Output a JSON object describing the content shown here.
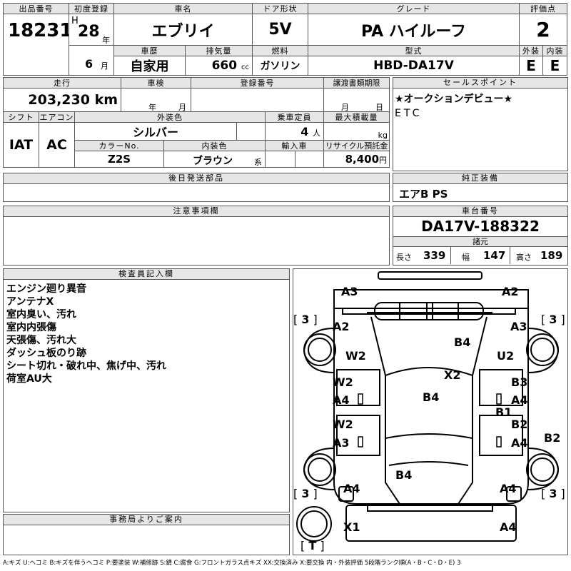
{
  "header": {
    "lot_label": "出品番号",
    "lot_value": "18231",
    "reg_label": "初度登録",
    "era": "H",
    "year": "28",
    "year_unit": "年",
    "month": "6",
    "month_unit": "月",
    "name_label": "車名",
    "name_value": "エブリイ",
    "doors_label": "ドア形状",
    "doors_value": "5V",
    "grade_label": "グレード",
    "grade_value": "PA ハイルーフ",
    "score_label": "評価点",
    "score_value": "2",
    "history_label": "車歴",
    "history_value": "自家用",
    "disp_label": "排気量",
    "disp_value": "660",
    "disp_unit": "cc",
    "fuel_label": "燃料",
    "fuel_value": "ガソリン",
    "model_label": "型式",
    "model_value": "HBD-DA17V",
    "ext_label": "外装",
    "ext_value": "E",
    "int_label": "内装",
    "int_value": "E"
  },
  "row2": {
    "mileage_label": "走行",
    "mileage_value": "203,230",
    "mileage_unit": "km",
    "inspection_label": "車検",
    "insp_year_unit": "年",
    "insp_month_unit": "月",
    "regno_label": "登録番号",
    "transfer_label": "譲渡書類期限",
    "transfer_month_unit": "月",
    "transfer_day_unit": "日",
    "shift_label": "シフト",
    "shift_value": "IAT",
    "ac_label": "エアコン",
    "ac_value": "AC",
    "color_label": "外装色",
    "color_value": "シルバー",
    "capacity_label": "乗車定員",
    "capacity_value": "4",
    "capacity_unit": "人",
    "load_label": "最大積載量",
    "load_unit": "kg",
    "colorno_label": "カラーNo.",
    "colorno_value": "Z2S",
    "interior_label": "内装色",
    "interior_value": "ブラウン",
    "interior_suffix": "系",
    "import_label": "輸入車",
    "recycle_label": "リサイクル預託金",
    "recycle_value": "8,400",
    "recycle_unit": "円"
  },
  "sales": {
    "title": "セールスポイント",
    "lines": [
      "★オークションデビュー★",
      "ETC"
    ]
  },
  "later_parts": {
    "title": "後日発送部品"
  },
  "equipment": {
    "title": "純正装備",
    "value": "エアB PS"
  },
  "caution": {
    "title": "注意事項欄"
  },
  "chassis": {
    "title": "車台番号",
    "value": "DA17V-188322",
    "dims_title": "諸元",
    "len_label": "長さ",
    "len_value": "339",
    "wid_label": "幅",
    "wid_value": "147",
    "hei_label": "高さ",
    "hei_value": "189"
  },
  "inspector": {
    "title": "検査員記入欄",
    "lines": [
      "エンジン廻り異音",
      "アンテナX",
      "室内臭い、汚れ",
      "室内内張傷",
      "天張傷、汚れ大",
      "ダッシュ板のり跡",
      "シート切れ・破れ中、焦げ中、汚れ",
      "荷室AU大"
    ]
  },
  "office": {
    "title": "事務局よりご案内"
  },
  "diagram": {
    "marks": [
      "A3",
      "A2",
      "A2",
      "A3",
      "B4",
      "W2",
      "U2",
      "X2",
      "W2",
      "B3",
      "A4",
      "A4",
      "B4",
      "B1",
      "W2",
      "B2",
      "A3",
      "A4",
      "B2",
      "B4",
      "A4",
      "A4",
      "X1",
      "A4"
    ],
    "tire_marks": [
      "3",
      "3",
      "3",
      "3",
      "T"
    ]
  },
  "legend": "A:キズ U:ヘコミ B:キズを伴うヘコミ P:要塗装 W:補修跡 S:錆 C:腐食 G:フロントガラス点キズ XX:交換済み X:要交換 内・外装評価 5段階ランク順(A・B・C・D・E) 3"
}
